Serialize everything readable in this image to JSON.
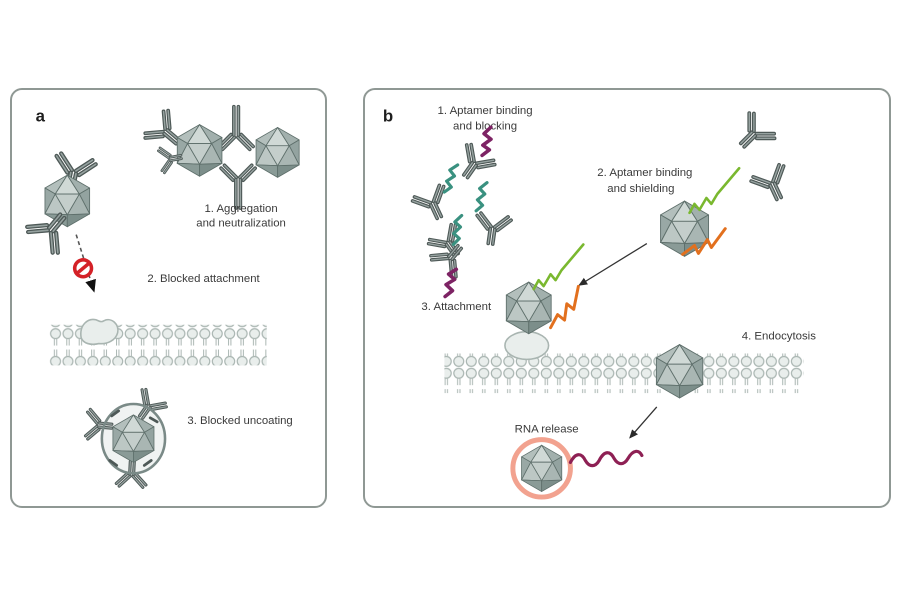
{
  "figure": {
    "panel_a": {
      "label": "a",
      "steps": {
        "step1_line1": "1. Aggregation",
        "step1_line2": "and neutralization",
        "step2": "2. Blocked attachment",
        "step3": "3. Blocked uncoating"
      }
    },
    "panel_b": {
      "label": "b",
      "steps": {
        "step1_line1": "1. Aptamer binding",
        "step1_line2": "and blocking",
        "step2_line1": "2. Aptamer binding",
        "step2_line2": "and shielding",
        "step3": "3. Attachment",
        "step4": "4. Endocytosis",
        "step5": "RNA release"
      }
    },
    "colors": {
      "aptamer_teal": "#3a9180",
      "aptamer_purple": "#7d2364",
      "aptamer_green": "#7ab82f",
      "aptamer_orange": "#e2701e",
      "rna_strand": "#8e2054",
      "endosome_ring": "#f2a28f",
      "blocked_sign": "#d42127",
      "virus_gray": "#a9b6b3",
      "membrane_fill": "#e9eeec",
      "membrane_stroke": "#a9b5b1",
      "antibody_gray": "#4e5957",
      "panel_border": "#8f9894",
      "text": "#3a3a3a"
    }
  }
}
